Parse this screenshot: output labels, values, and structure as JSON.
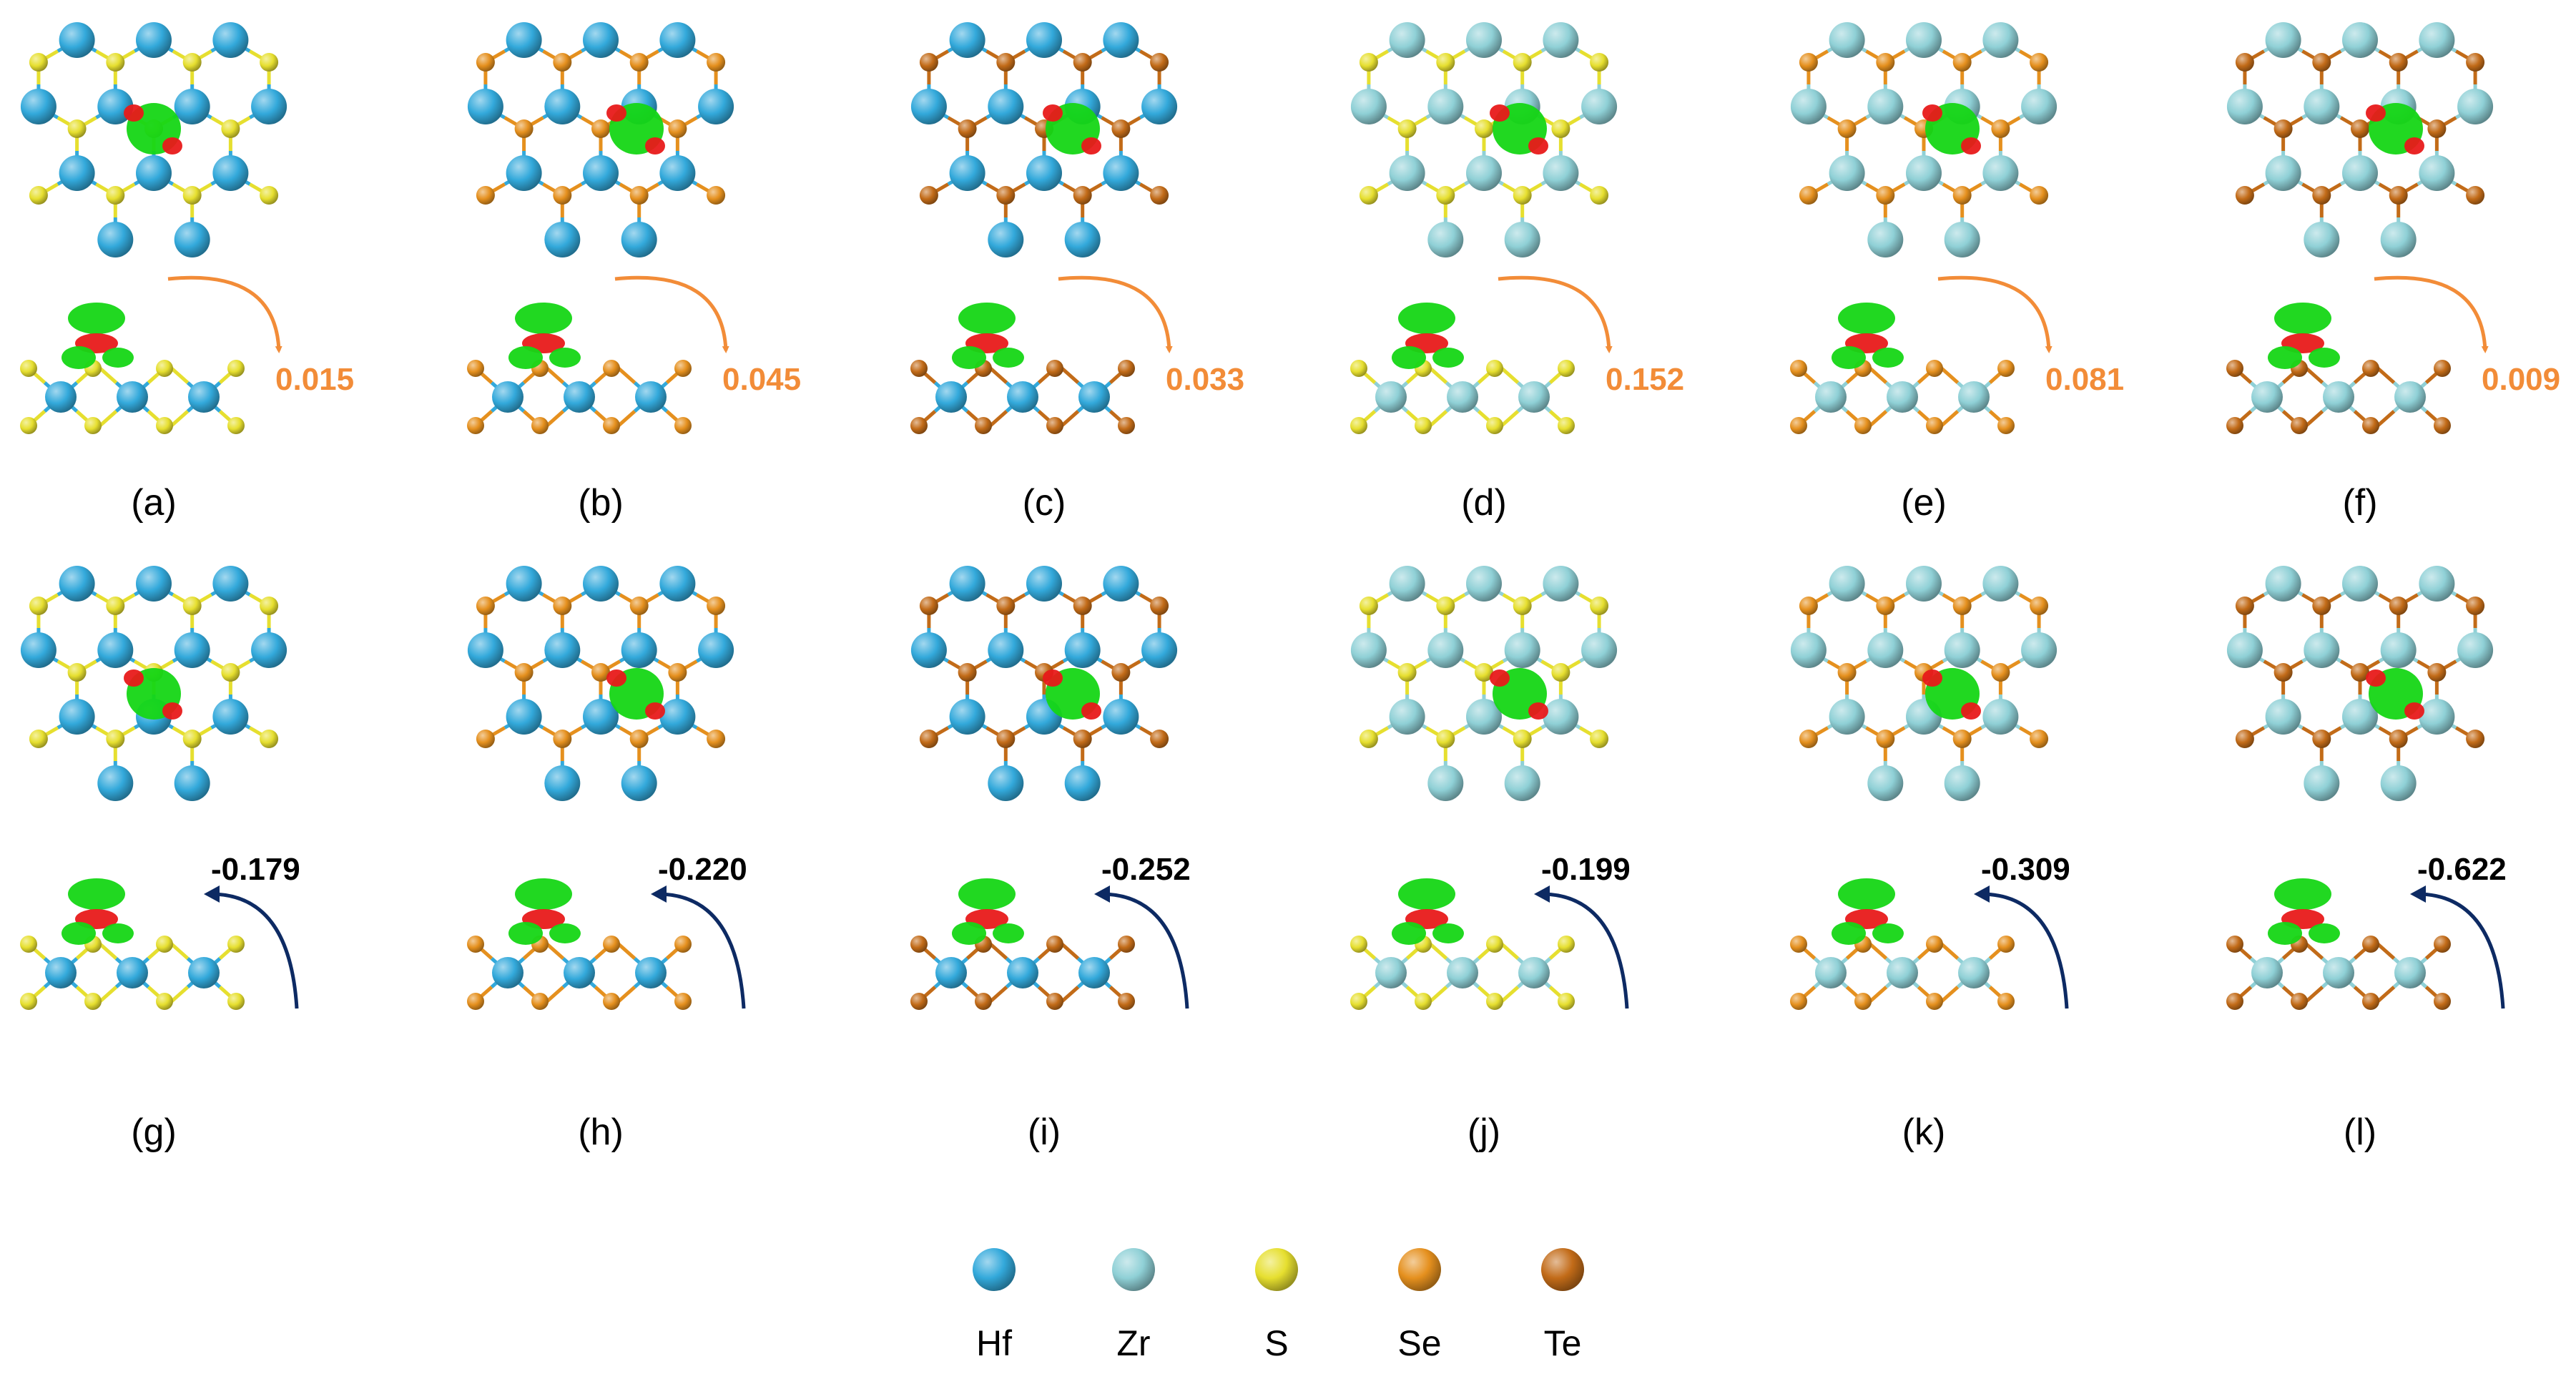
{
  "colors": {
    "Hf": "#33a9db",
    "Zr": "#8fd0d6",
    "S": "#e6df2f",
    "Se": "#e5901e",
    "Te": "#c26b18",
    "accumulation": "#15d615",
    "depletion": "#e81a1a",
    "transfer_to_substrate": "#f28c38",
    "transfer_to_molecule": "#0d2a63"
  },
  "panels": [
    {
      "letter": "(a)",
      "value": "0.015",
      "metal": "Hf",
      "chalc": "S",
      "direction": "to-substrate"
    },
    {
      "letter": "(b)",
      "value": "0.045",
      "metal": "Hf",
      "chalc": "Se",
      "direction": "to-substrate"
    },
    {
      "letter": "(c)",
      "value": "0.033",
      "metal": "Hf",
      "chalc": "Te",
      "direction": "to-substrate"
    },
    {
      "letter": "(d)",
      "value": "0.152",
      "metal": "Zr",
      "chalc": "S",
      "direction": "to-substrate"
    },
    {
      "letter": "(e)",
      "value": "0.081",
      "metal": "Zr",
      "chalc": "Se",
      "direction": "to-substrate"
    },
    {
      "letter": "(f)",
      "value": "0.009",
      "metal": "Zr",
      "chalc": "Te",
      "direction": "to-substrate"
    },
    {
      "letter": "(g)",
      "value": "-0.179",
      "metal": "Hf",
      "chalc": "S",
      "direction": "to-molecule"
    },
    {
      "letter": "(h)",
      "value": "-0.220",
      "metal": "Hf",
      "chalc": "Se",
      "direction": "to-molecule"
    },
    {
      "letter": "(i)",
      "value": "-0.252",
      "metal": "Hf",
      "chalc": "Te",
      "direction": "to-molecule"
    },
    {
      "letter": "(j)",
      "value": "-0.199",
      "metal": "Zr",
      "chalc": "S",
      "direction": "to-molecule"
    },
    {
      "letter": "(k)",
      "value": "-0.309",
      "metal": "Zr",
      "chalc": "Se",
      "direction": "to-molecule"
    },
    {
      "letter": "(l)",
      "value": "-0.622",
      "metal": "Zr",
      "chalc": "Te",
      "direction": "to-molecule"
    }
  ],
  "legend": [
    {
      "element": "Hf",
      "label": "Hf"
    },
    {
      "element": "Zr",
      "label": "Zr"
    },
    {
      "element": "S",
      "label": "S"
    },
    {
      "element": "Se",
      "label": "Se"
    },
    {
      "element": "Te",
      "label": "Te"
    }
  ]
}
